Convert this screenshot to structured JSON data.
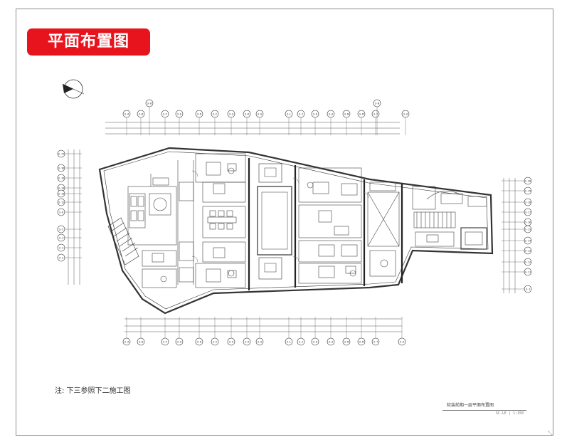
{
  "title": "平面布置图",
  "note": "注: 下三参照下二施工图",
  "stamp": {
    "drawing_title": "软装前期一层平面布置图",
    "scale": "SC-LE | 1:150"
  },
  "axis_labels": {
    "top": [
      "3-A",
      "3-B",
      "3-F",
      "3-E",
      "3-D",
      "3-C",
      "3-A",
      "3-H",
      "3-G",
      "3-L",
      "3-J",
      "3-K",
      "3-O",
      "3-N",
      "3-M",
      "3-T",
      "3-A"
    ],
    "top_extra": "3-B",
    "bottom": [
      "3-A",
      "3-B",
      "3-F",
      "3-E",
      "3-D",
      "3-C",
      "3-A",
      "3-H",
      "3-G",
      "3-L",
      "3-J",
      "3-K",
      "3-O",
      "3-N",
      "3-M",
      "3-T",
      "3-A"
    ],
    "left": [
      "3-17",
      "3-16",
      "3-15",
      "3-14",
      "3-13",
      "3-12",
      "3-6",
      "3-5",
      "3-4",
      "3-3",
      "3-2"
    ],
    "right": [
      "3-20",
      "3-19",
      "3-18",
      "3-17",
      "3-16",
      "3-15",
      "3-14",
      "3-13",
      "3-12",
      "3-11",
      "3-1"
    ]
  },
  "icons": {
    "north": "north-arrow-icon",
    "corner": "resize-mark-icon"
  }
}
